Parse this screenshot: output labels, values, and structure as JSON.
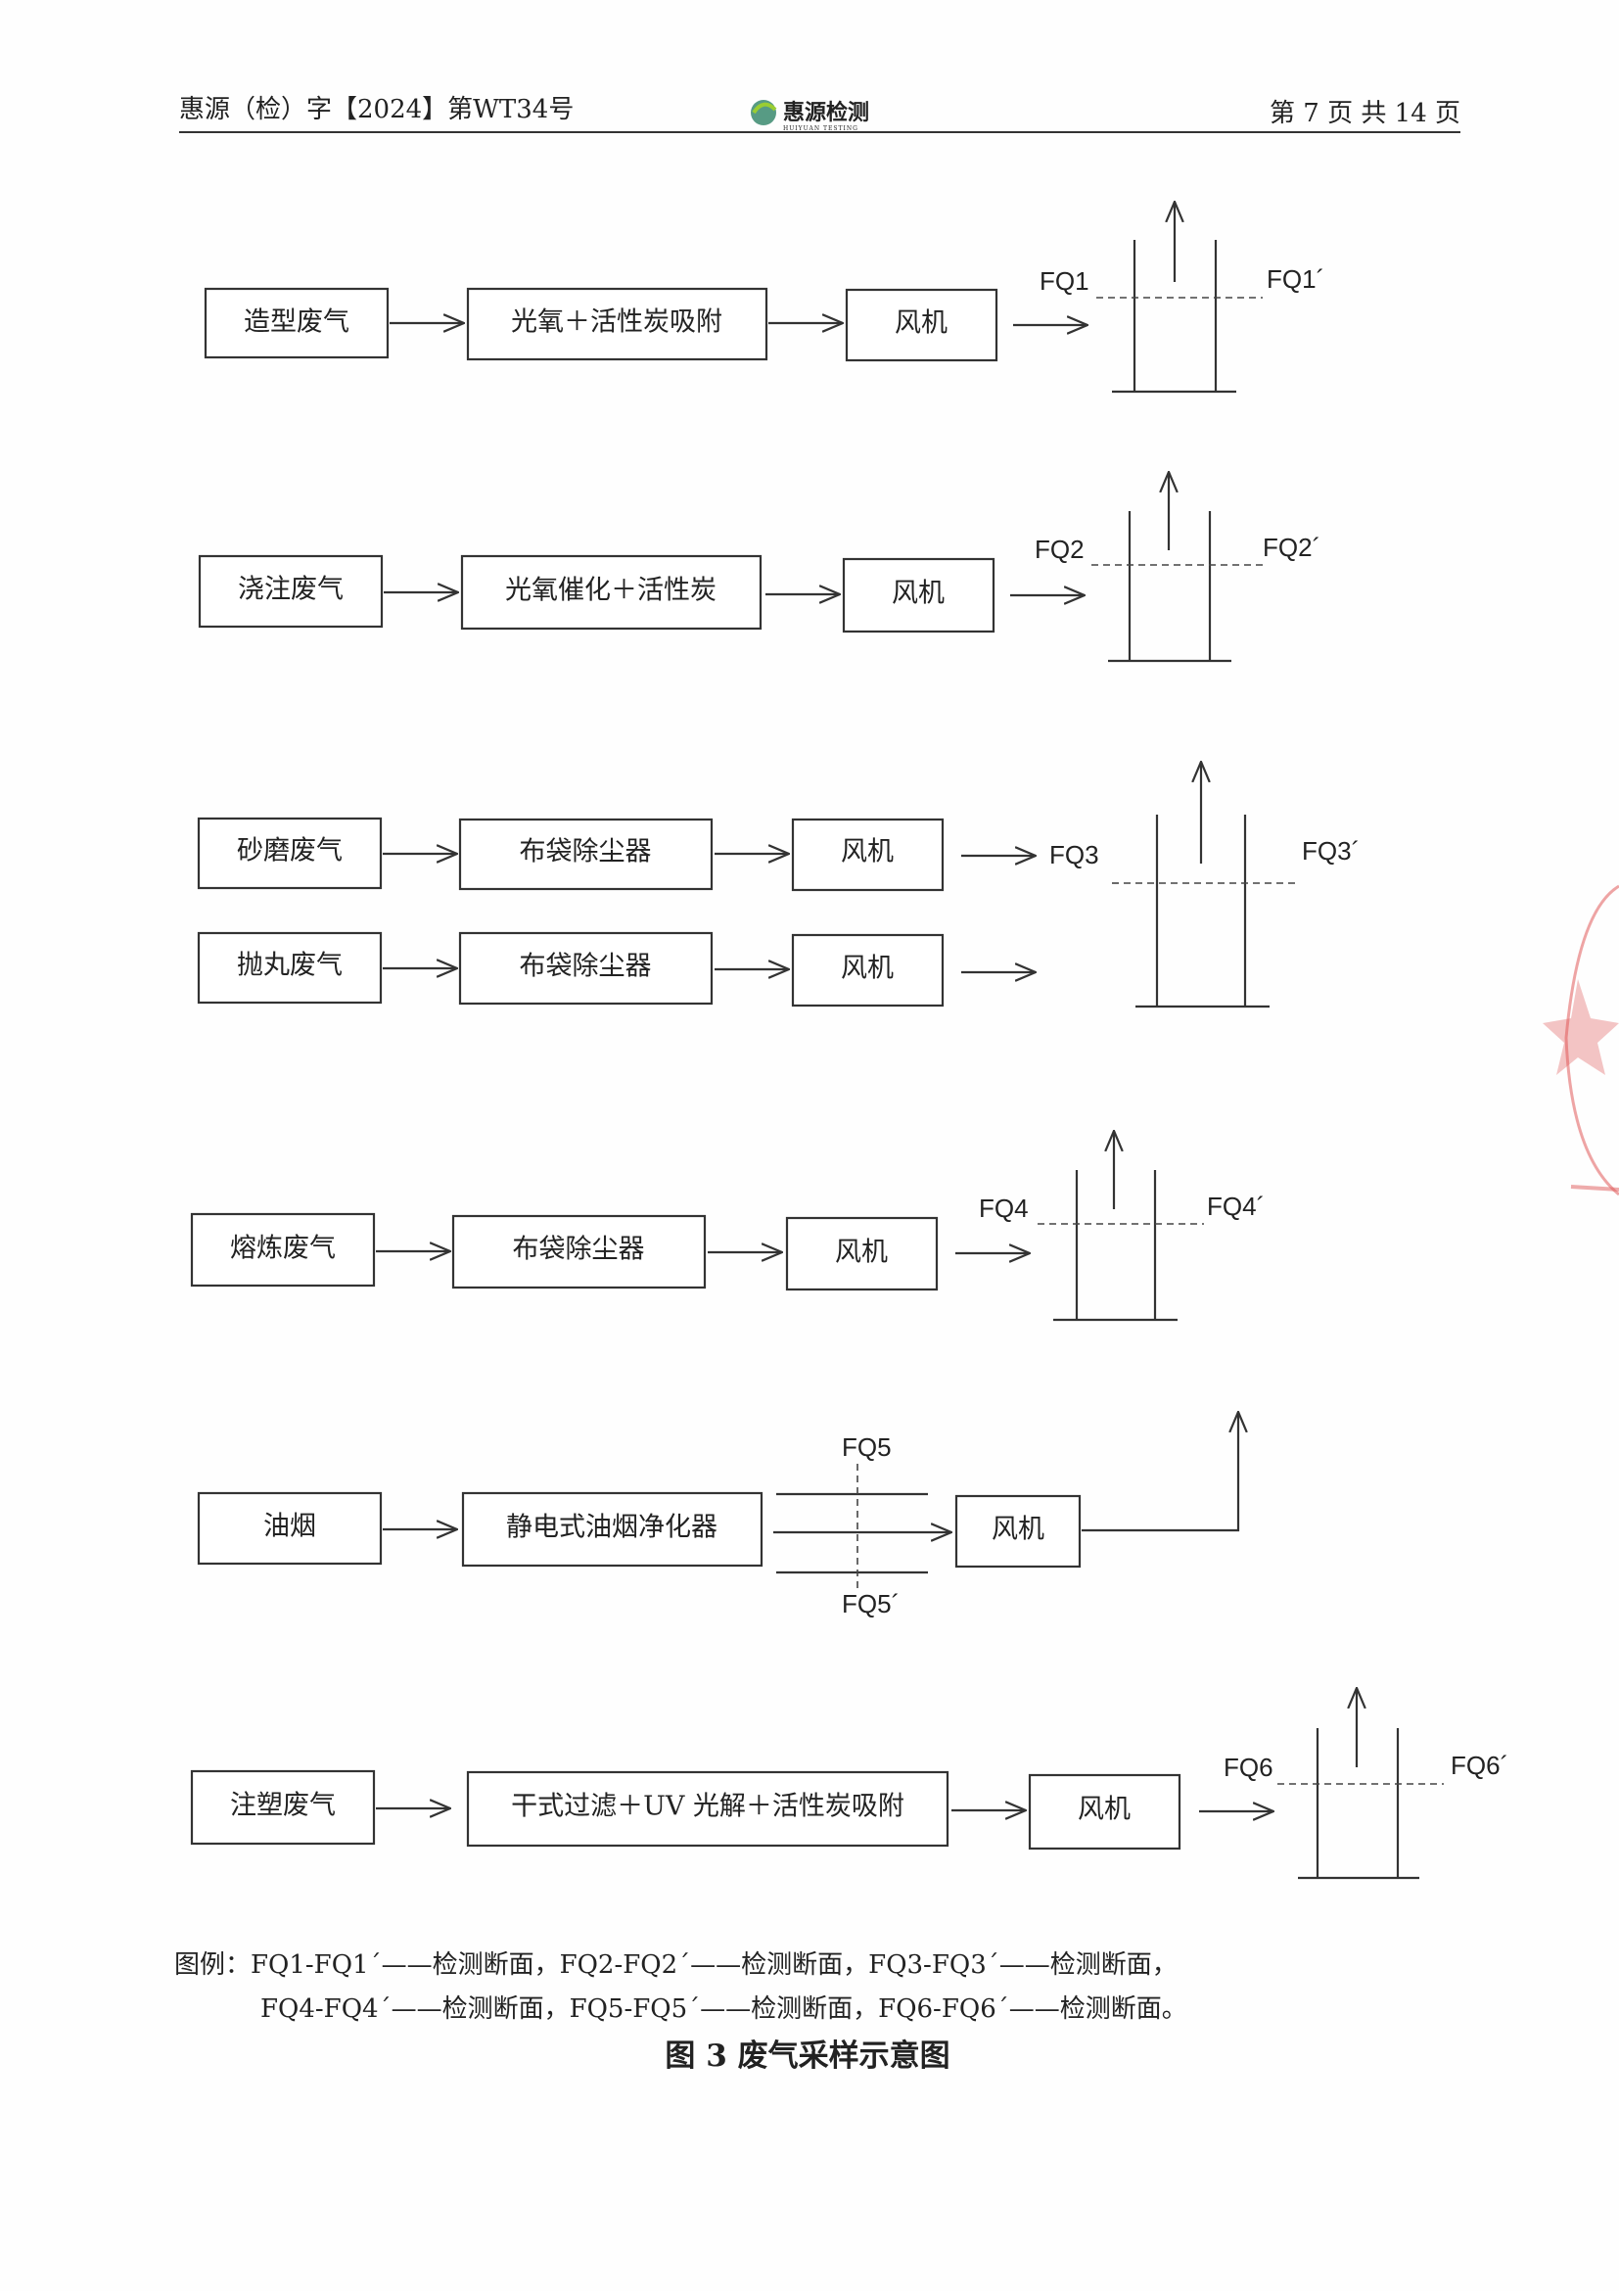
{
  "header": {
    "doc_no": "惠源（检）字【2024】第WT34号",
    "logo_text": "惠源检测",
    "logo_subtext": "HUIYUAN TESTING",
    "page_info": "第 7 页 共 14 页"
  },
  "rows": [
    {
      "source": "造型废气",
      "treatment": "光氧＋活性炭吸附",
      "fan": "风机",
      "fq_in": "FQ1",
      "fq_out": "FQ1´"
    },
    {
      "source": "浇注废气",
      "treatment": "光氧催化＋活性炭",
      "fan": "风机",
      "fq_in": "FQ2",
      "fq_out": "FQ2´"
    },
    {
      "source": "砂磨废气",
      "treatment": "布袋除尘器",
      "fan": "风机",
      "fq_in": "FQ3",
      "fq_out": "FQ3´"
    },
    {
      "source": "抛丸废气",
      "treatment": "布袋除尘器",
      "fan": "风机"
    },
    {
      "source": "熔炼废气",
      "treatment": "布袋除尘器",
      "fan": "风机",
      "fq_in": "FQ4",
      "fq_out": "FQ4´"
    },
    {
      "source": "油烟",
      "treatment": "静电式油烟净化器",
      "fan": "风机",
      "fq_in": "FQ5",
      "fq_out": "FQ5´"
    },
    {
      "source": "注塑废气",
      "treatment": "干式过滤＋UV 光解＋活性炭吸附",
      "fan": "风机",
      "fq_in": "FQ6",
      "fq_out": "FQ6´"
    }
  ],
  "legend": {
    "line1": "图例：FQ1-FQ1´——检测断面，FQ2-FQ2´——检测断面，FQ3-FQ3´——检测断面，",
    "line2": "FQ4-FQ4´——检测断面，FQ5-FQ5´——检测断面，FQ6-FQ6´——检测断面。"
  },
  "caption": "图 3  废气采样示意图",
  "colors": {
    "stamp": "#e05a5a",
    "ink": "#222222"
  }
}
